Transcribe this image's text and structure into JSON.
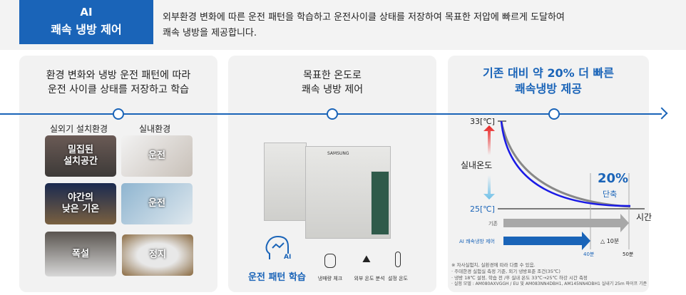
{
  "banner": {
    "badge_line1": "AI",
    "badge_line2": "쾌속 냉방 제어",
    "description_line1": "외부환경 변화에 따른 운전 패턴을 학습하고 운전사이클 상태를 저장하여 목표한 저압에 빠르게 도달하여",
    "description_line2": "쾌속 냉방을 제공합니다."
  },
  "card1": {
    "title_line1": "환경 변화와 냉방 운전 패턴에 따라",
    "title_line2": "운전 사이클 상태를 저장하고 학습",
    "outdoor_label": "실외기 설치환경",
    "indoor_label": "실내환경",
    "tiles": [
      {
        "label": "밀집된\n설치공간"
      },
      {
        "label": "운전"
      },
      {
        "label": "야간의\n낮은 기온"
      },
      {
        "label": "운전"
      },
      {
        "label": "폭설"
      },
      {
        "label": "정지"
      }
    ]
  },
  "card2": {
    "title_line1": "목표한 온도로",
    "title_line2": "쾌속 냉방 제어",
    "brand": "SAMSUNG",
    "ai_label": "AI",
    "learning_label": "운전 패턴 학습",
    "icons": [
      {
        "name": "refrigerant-check",
        "label": "냉매량 체크"
      },
      {
        "name": "outdoor-temp",
        "label": "외부 온도 분석"
      },
      {
        "name": "set-temp",
        "label": "설정 온도"
      }
    ]
  },
  "card3": {
    "title_line1": "기존 대비 약 20% 더 빠른",
    "title_line2": "쾌속냉방 제공",
    "chart": {
      "y_top": "33[℃]",
      "y_bottom": "25[℃]",
      "y_label": "실내온도",
      "x_label": "시간",
      "reduction_value": "20%",
      "reduction_label": "단축",
      "legacy_label": "기존",
      "ai_label": "AI 쾌속냉방 제어",
      "delta_label": "△ 10분",
      "t_ai": "40분",
      "t_legacy": "50분"
    },
    "notes": [
      "※ 자사실험치, 실환경에 따라 다를 수 있음.",
      "· 주데한경 실험실 측정 기준, 외기 냉방표준 조건(35℃)",
      "· 냉방 18℃ 설정, 학습 전 /후 실내 온도 33℃→25℃ 하강 시간 측정",
      "· 실험 모델 : AM080AXVGGH / EU 및 AM083NN4DBH1, AM145NN4DBH1 실내기 25m 파이프 기준"
    ]
  },
  "colors": {
    "accent": "#1a64b8",
    "chart_ai": "#1a1ae6",
    "chart_legacy": "#888888"
  }
}
